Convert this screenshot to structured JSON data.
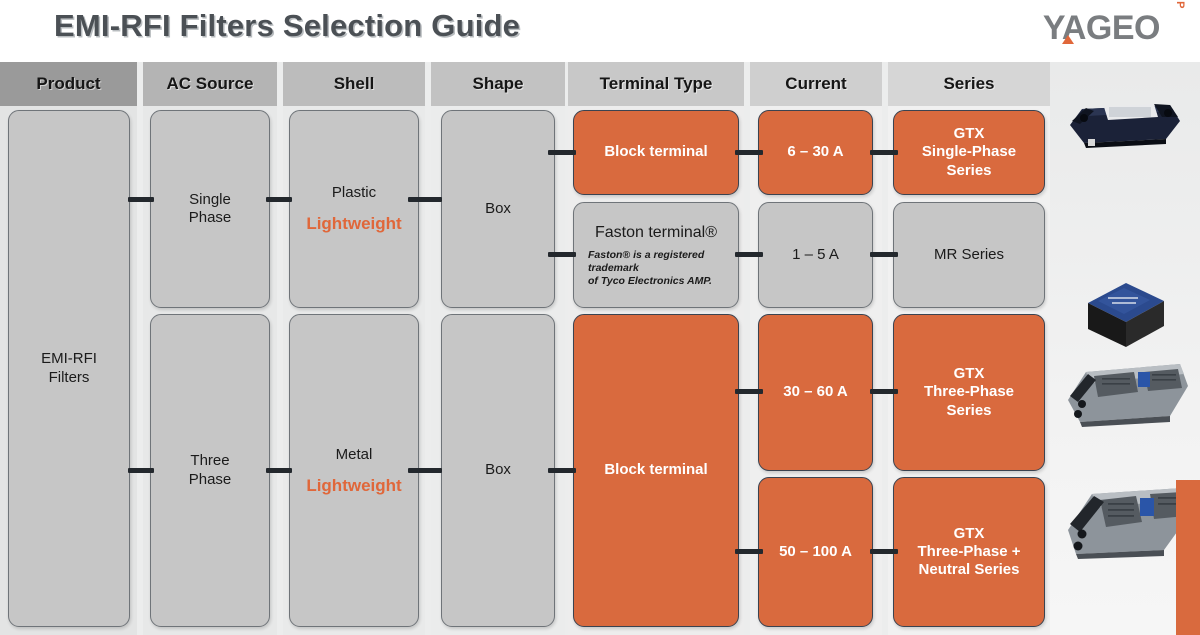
{
  "header": {
    "title": "EMI-RFI Filters Selection Guide",
    "logo": {
      "word": "YAGEO",
      "sub": "GROUP",
      "accent": "#e0673a",
      "word_color": "#7a7d80"
    }
  },
  "colors": {
    "orange": "#d96a3e",
    "accent_text_orange": "#e0673a",
    "gray_node": "#c6c6c6",
    "node_border": "#3d4550",
    "connector": "#23282d",
    "title": "#4b5055",
    "panel_bg": "#e8e9e9"
  },
  "columns": [
    {
      "id": "product",
      "header": "Product",
      "head_bg": "#9a9a9a"
    },
    {
      "id": "ac",
      "header": "AC Source",
      "head_bg": "#b4b4b4"
    },
    {
      "id": "shell",
      "header": "Shell",
      "head_bg": "#bcbcbc"
    },
    {
      "id": "shape",
      "header": "Shape",
      "head_bg": "#c2c2c2"
    },
    {
      "id": "terminal",
      "header": "Terminal Type",
      "head_bg": "#c8c8c8"
    },
    {
      "id": "current",
      "header": "Current",
      "head_bg": "#cfcfcf"
    },
    {
      "id": "series",
      "header": "Series",
      "head_bg": "#d6d6d6"
    }
  ],
  "nodes": {
    "product": {
      "label": "EMI-RFI\nFilters",
      "line1": "EMI-RFI",
      "line2": "Filters",
      "style": "gray"
    },
    "ac_single": {
      "line1": "Single",
      "line2": "Phase",
      "style": "gray"
    },
    "ac_three": {
      "line1": "Three",
      "line2": "Phase",
      "style": "gray"
    },
    "shell_plastic": {
      "material": "Plastic",
      "attribute": "Lightweight",
      "style": "gray"
    },
    "shell_metal": {
      "material": "Metal",
      "attribute": "Lightweight",
      "style": "gray"
    },
    "shape_box_1": {
      "label": "Box",
      "style": "gray"
    },
    "shape_box_2": {
      "label": "Box",
      "style": "gray"
    },
    "term_block_1": {
      "label": "Block terminal",
      "style": "orange"
    },
    "term_faston": {
      "label": "Faston terminal®",
      "footnote_line1": "Faston® is a registered trademark",
      "footnote_line2": "of Tyco Electronics AMP.",
      "style": "gray"
    },
    "term_block_2": {
      "label": "Block terminal",
      "style": "orange"
    },
    "cur_6_30": {
      "label": "6 – 30 A",
      "style": "orange"
    },
    "cur_1_5": {
      "label": "1 – 5 A",
      "style": "gray"
    },
    "cur_30_60": {
      "label": "30 – 60 A",
      "style": "orange"
    },
    "cur_50_100": {
      "label": "50 – 100 A",
      "style": "orange"
    },
    "ser_gtx_single": {
      "line1": "GTX",
      "line2": "Single-Phase",
      "line3": "Series",
      "style": "orange"
    },
    "ser_mr": {
      "line1": "MR Series",
      "style": "gray"
    },
    "ser_gtx_three": {
      "line1": "GTX",
      "line2": "Three-Phase",
      "line3": "Series",
      "style": "orange"
    },
    "ser_gtx_three_n": {
      "line1": "GTX",
      "line2": "Three-Phase +",
      "line3": "Neutral Series",
      "style": "orange"
    }
  },
  "product_images": [
    {
      "id": "gtx-single-phase-photo",
      "alt": "GTX single-phase filter module"
    },
    {
      "id": "mr-series-photo",
      "alt": "MR series encapsulated filter"
    },
    {
      "id": "gtx-three-phase-photo",
      "alt": "GTX three-phase filter"
    },
    {
      "id": "gtx-three-phase-n-photo",
      "alt": "GTX three-phase + neutral filter"
    }
  ]
}
